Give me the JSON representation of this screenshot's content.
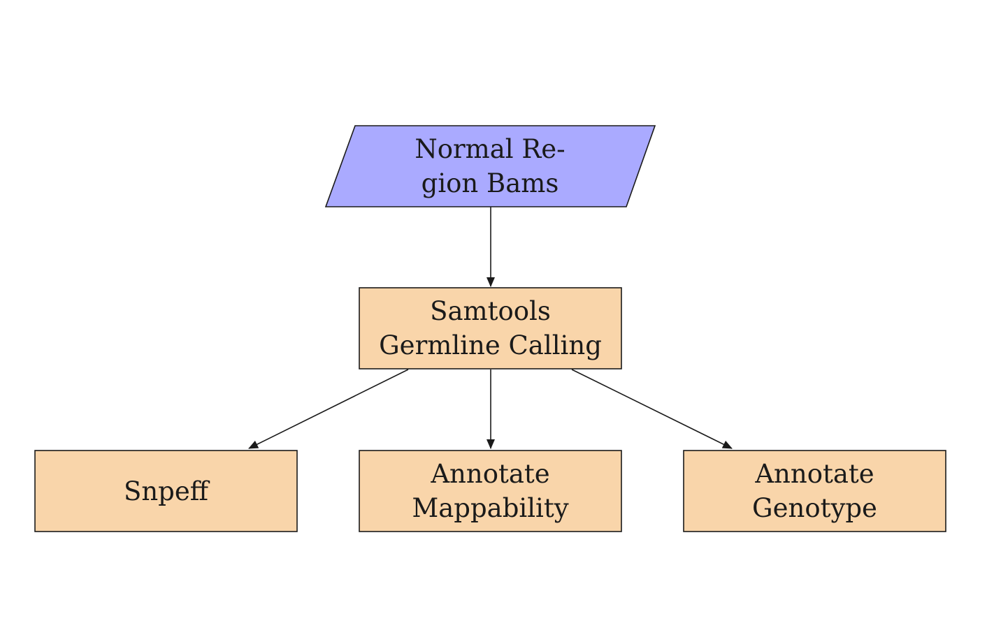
{
  "nodes": {
    "input": {
      "line1": "Normal Re-",
      "line2": "gion Bams",
      "fill": "#aaaaff",
      "shape": "parallelogram"
    },
    "calling": {
      "line1": "Samtools",
      "line2": "Germline Calling",
      "fill": "#f9d5aa",
      "shape": "rectangle"
    },
    "snpeff": {
      "line1": "Snpeff",
      "fill": "#f9d5aa",
      "shape": "rectangle"
    },
    "mappability": {
      "line1": "Annotate",
      "line2": "Mappability",
      "fill": "#f9d5aa",
      "shape": "rectangle"
    },
    "genotype": {
      "line1": "Annotate",
      "line2": "Genotype",
      "fill": "#f9d5aa",
      "shape": "rectangle"
    }
  },
  "edges": [
    {
      "from": "input",
      "to": "calling"
    },
    {
      "from": "calling",
      "to": "snpeff"
    },
    {
      "from": "calling",
      "to": "mappability"
    },
    {
      "from": "calling",
      "to": "genotype"
    }
  ],
  "colors": {
    "stroke": "#1a1a1a",
    "text": "#1a1a1a"
  }
}
